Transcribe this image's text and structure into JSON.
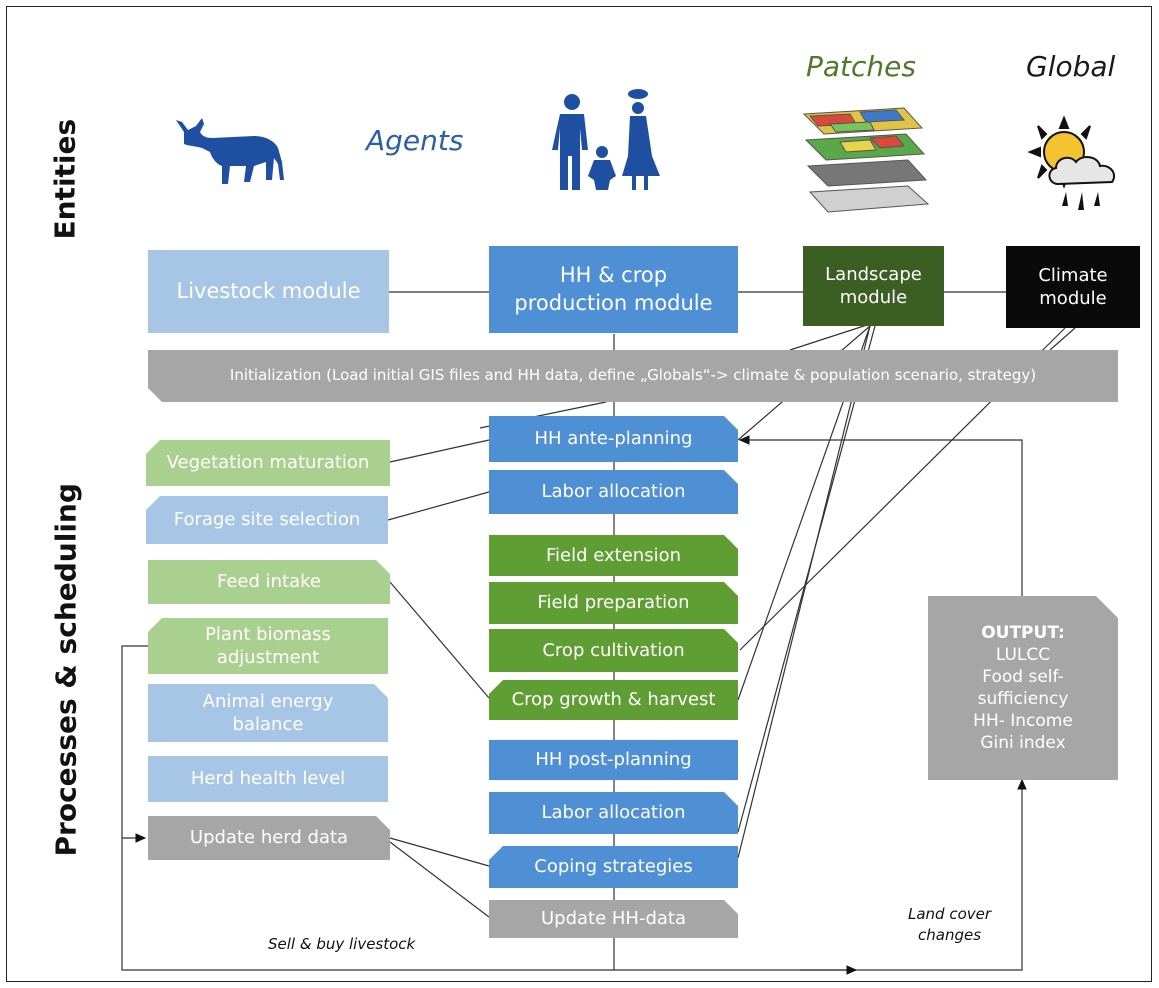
{
  "side_labels": {
    "entities": "Entities",
    "processes": "Processes & scheduling"
  },
  "headers": {
    "agents": "Agents",
    "patches": "Patches",
    "global": "Global"
  },
  "colors": {
    "light_blue": "#a7c6e6",
    "mid_blue": "#4f8fd4",
    "light_green": "#a9d08e",
    "mid_green": "#5f9e32",
    "dark_green": "#3b5e23",
    "gray": "#a6a6a6",
    "black": "#0a0a0a",
    "agent_blue": "#2b5fa8",
    "patch_green": "#4e7a2a"
  },
  "icons": [
    "cattle-icon",
    "family-icon",
    "layered-map-icon",
    "weather-icon"
  ],
  "modules": {
    "livestock": "Livestock module",
    "hh_crop": "HH & crop\nproduction module",
    "landscape": "Landscape\nmodule",
    "climate": "Climate\nmodule"
  },
  "initialization": "Initialization (Load initial GIS files and HH data, define „Globals“-> climate & population scenario, strategy)",
  "left_processes": [
    "Vegetation maturation",
    "Forage site selection",
    "Feed intake",
    "Plant biomass\nadjustment",
    "Animal energy\nbalance",
    "Herd health level",
    "Update herd data"
  ],
  "center_processes": [
    "HH ante-planning",
    "Labor allocation",
    "Field extension",
    "Field preparation",
    "Crop cultivation",
    "Crop growth & harvest",
    "HH post-planning",
    "Labor allocation",
    "Coping strategies",
    "Update HH-data"
  ],
  "output": {
    "title": "OUTPUT:",
    "items": [
      "LULCC",
      "Food self-\nsufficiency",
      "HH- Income",
      "Gini index"
    ]
  },
  "notes": {
    "sell_buy": "Sell & buy livestock",
    "land_cover": "Land cover\nchanges"
  }
}
